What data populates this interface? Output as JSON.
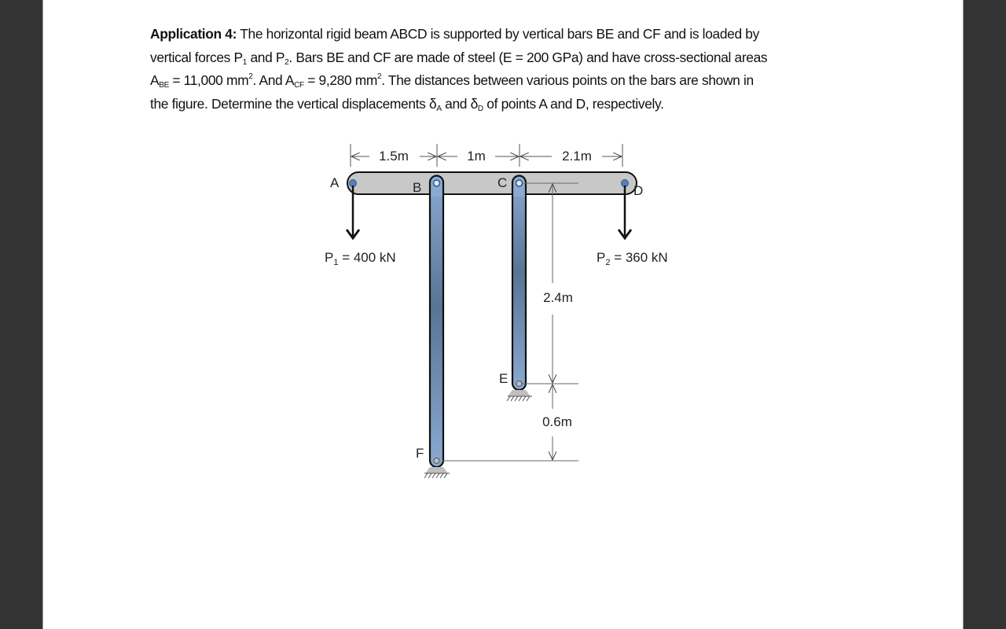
{
  "document": {
    "title": "Application 4:",
    "text_lines": [
      [
        "The horizontal rigid beam ABCD is supported by vertical bars BE and CF and is loaded by"
      ],
      [
        "vertical forces P",
        "1",
        " and P",
        "2",
        ". Bars BE and CF are made of steel (E = 200 GPa) and have cross-sectional areas"
      ],
      [
        "A",
        "BE",
        " = 11,000 mm",
        "2",
        ". And A",
        "CF",
        " = 9,280 mm",
        "2",
        ". The distances between various points on the bars are shown in"
      ],
      [
        "the figure. Determine the vertical displacements δ",
        "A",
        " and δ",
        "D",
        " of points A and D, respectively."
      ]
    ],
    "line1": "The horizontal rigid beam ABCD is supported by vertical bars BE and CF and is loaded by",
    "line2_a": "vertical forces P",
    "line2_sub1": "1",
    "line2_b": " and P",
    "line2_sub2": "2",
    "line2_c": ". Bars BE and CF are made of steel (E = 200 GPa) and have cross-sectional areas",
    "line3_a": "A",
    "line3_sub1": "BE",
    "line3_b": " = 11,000 mm",
    "line3_sup1": "2",
    "line3_c": ". And A",
    "line3_sub2": "CF",
    "line3_d": " = 9,280 mm",
    "line3_sup2": "2",
    "line3_e": ". The distances between various points on the bars are shown in",
    "line4_a": "the figure. Determine the vertical displacements δ",
    "line4_sub1": "A",
    "line4_b": " and δ",
    "line4_sub2": "D",
    "line4_c": " of points A and D, respectively."
  },
  "figure": {
    "points": {
      "A": "A",
      "B": "B",
      "C": "C",
      "D": "D",
      "E": "E",
      "F": "F"
    },
    "dimensions": {
      "AB": "1.5m",
      "BC": "1m",
      "CD": "2.1m",
      "CE_height": "2.4m",
      "EF_offset": "0.6m"
    },
    "loads": {
      "P1_label": "P",
      "P1_sub": "1",
      "P1_value": " = 400 kN",
      "P2_label": "P",
      "P2_sub": "2",
      "P2_value": " = 360 kN"
    },
    "colors": {
      "beam": "#c8c8c8",
      "bar": "#7c9cc4",
      "bar_dark": "#587090",
      "pin": "#4f81bd",
      "support": "#bfbfbf"
    }
  }
}
